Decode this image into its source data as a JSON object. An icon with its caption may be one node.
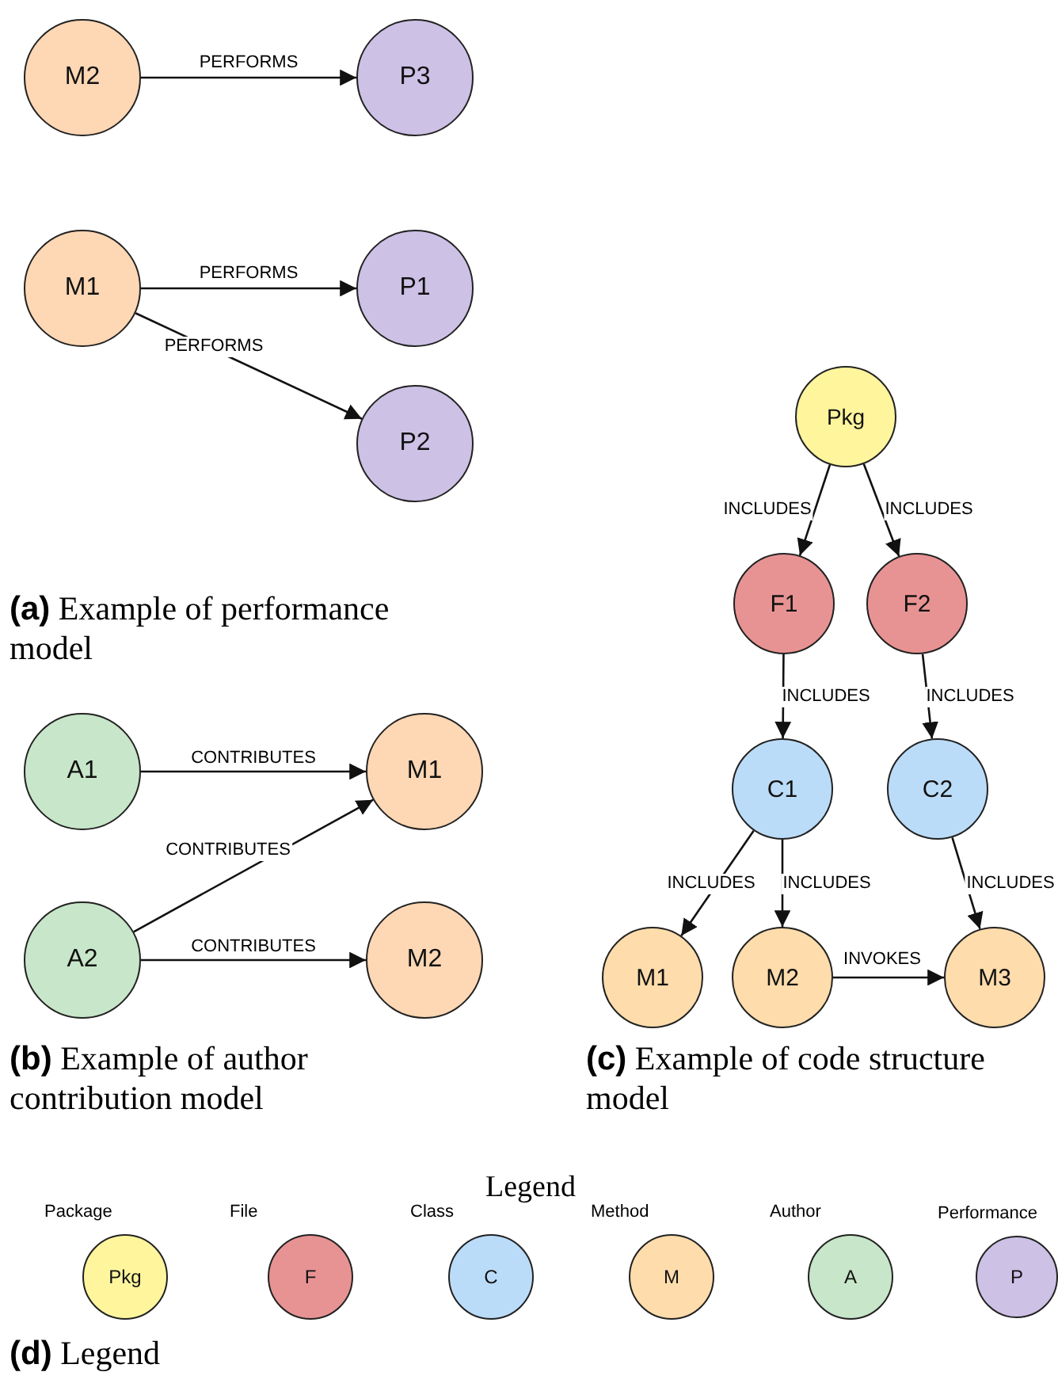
{
  "diagram": {
    "nodes": [
      {
        "text": [
          "M2"
        ]
      },
      {
        "text": [
          "P3"
        ]
      },
      {
        "text": [
          "M1"
        ]
      },
      {
        "text": [
          "P1"
        ]
      },
      {
        "text": [
          "P2"
        ]
      },
      {
        "text": [
          "A1"
        ]
      },
      {
        "text": [
          "M1"
        ]
      },
      {
        "text": [
          "A2"
        ]
      },
      {
        "text": [
          "M2"
        ]
      },
      {
        "text": [
          "Pkg"
        ]
      },
      {
        "text": [
          "F1"
        ]
      },
      {
        "text": [
          "F2"
        ]
      },
      {
        "text": [
          "C1"
        ]
      },
      {
        "text": [
          "C2"
        ]
      },
      {
        "text": [
          "M1"
        ]
      },
      {
        "text": [
          "M2"
        ]
      },
      {
        "text": [
          "M3"
        ]
      },
      {
        "text": [
          "Pkg"
        ],
        "beside": [
          "Package"
        ]
      },
      {
        "text": [
          "F"
        ],
        "beside": [
          "File"
        ]
      },
      {
        "text": [
          "C"
        ],
        "beside": [
          "Class"
        ]
      },
      {
        "text": [
          "M"
        ],
        "beside": [
          "Method"
        ]
      },
      {
        "text": [
          "A"
        ],
        "beside": [
          "Author"
        ]
      },
      {
        "text": [
          "P"
        ],
        "beside": [
          "Performance"
        ]
      }
    ],
    "edges": [
      {
        "from": 0,
        "to": 1,
        "arrow": "to",
        "label": "PERFORMS"
      },
      {
        "from": 2,
        "to": 3,
        "arrow": "to",
        "label": "PERFORMS"
      },
      {
        "from": 2,
        "to": 4,
        "arrow": "to",
        "label": "PERFORMS"
      },
      {
        "from": 5,
        "to": 6,
        "arrow": "to",
        "label": "CONTRIBUTES"
      },
      {
        "from": 7,
        "to": 6,
        "arrow": "to",
        "label": "CONTRIBUTES"
      },
      {
        "from": 7,
        "to": 8,
        "arrow": "to",
        "label": "CONTRIBUTES"
      },
      {
        "from": 9,
        "to": 10,
        "arrow": "to",
        "label": "INCLUDES"
      },
      {
        "from": 9,
        "to": 11,
        "arrow": "to",
        "label": "INCLUDES"
      },
      {
        "from": 10,
        "to": 12,
        "arrow": "to",
        "label": "INCLUDES"
      },
      {
        "from": 11,
        "to": 13,
        "arrow": "to",
        "label": "INCLUDES"
      },
      {
        "from": 12,
        "to": 14,
        "arrow": "to",
        "label": "INCLUDES"
      },
      {
        "from": 12,
        "to": 15,
        "arrow": "to",
        "label": "INCLUDES"
      },
      {
        "from": 13,
        "to": 16,
        "arrow": "to",
        "label": "INCLUDES"
      },
      {
        "from": 15,
        "to": 16,
        "arrow": "to",
        "label": "INVOKES"
      }
    ],
    "labels": [
      "**(a)** Example of performance model",
      "**(b)** Example of author contribution model",
      "**(c)** Example of code structure model",
      "Legend",
      "**(d)** Legend"
    ]
  }
}
